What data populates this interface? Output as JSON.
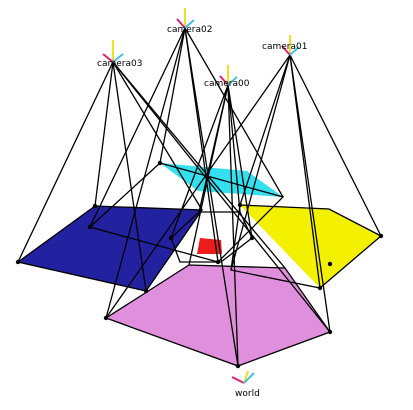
{
  "labels": {
    "camera00": "camera00",
    "camera01": "camera01",
    "camera02": "camera02",
    "camera03": "camera03",
    "world": "world"
  },
  "colors": {
    "planes": {
      "camera02": "#33e0ef",
      "camera01": "#f3f000",
      "camera03": "#2222a0",
      "world": "#e08fdc",
      "camera00": "#ee1c1c"
    },
    "axes": {
      "x": "#e0207a",
      "y": "#f0e020",
      "z": "#40c0e8"
    },
    "lines": "#000000"
  },
  "icons": {
    "axes": "coordinate-axes-icon"
  }
}
